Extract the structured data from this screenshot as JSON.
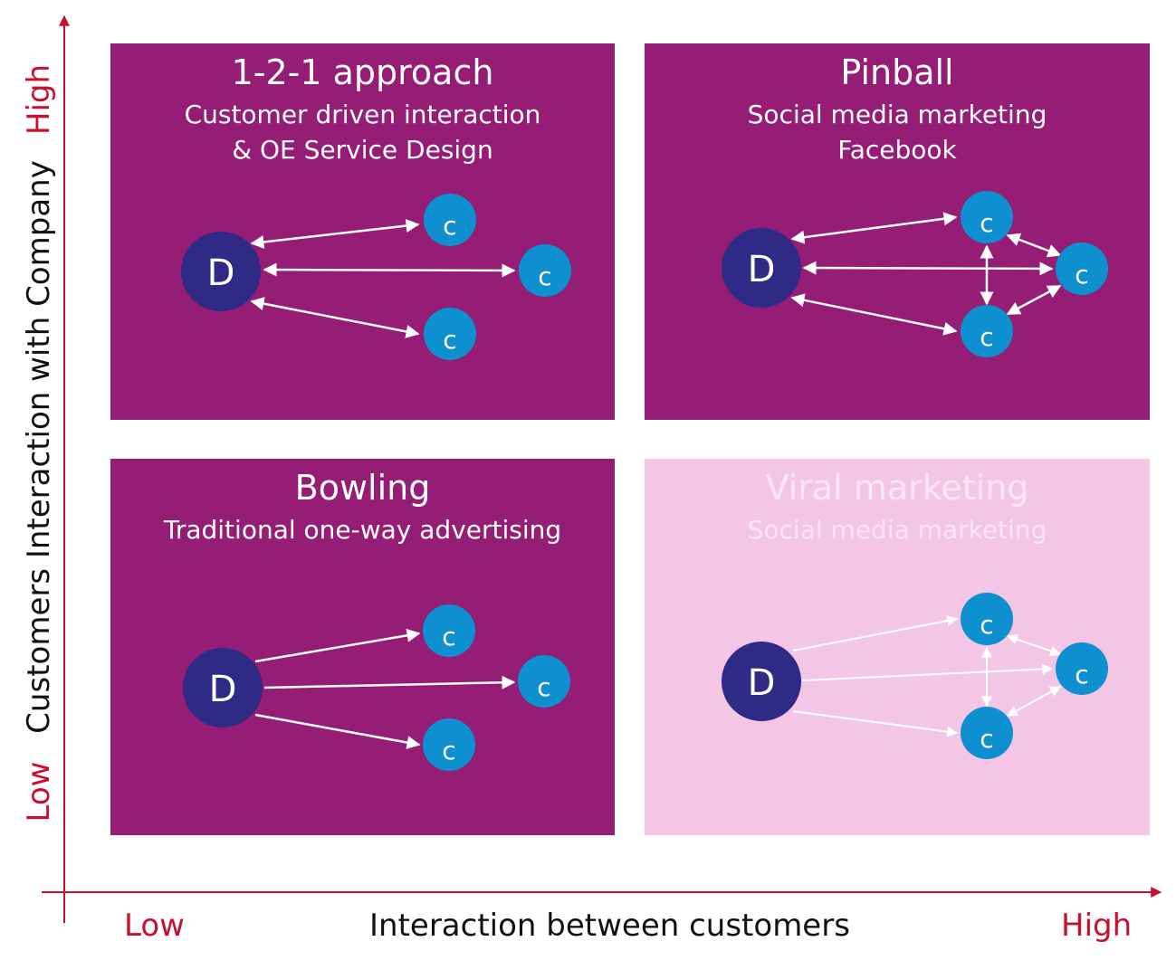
{
  "colors": {
    "quadrant": "#951d75",
    "quadrant_light": "#f4c6e6",
    "axis": "#c8102e",
    "dealer_node": "#2e2a86",
    "customer_node": "#0e8fd0",
    "arrow_dark_bg": "#ffffff",
    "label_red": "#c8102e",
    "label_black": "#111111"
  },
  "axes": {
    "y_title": "Customers Interaction with Company",
    "y_low": "Low",
    "y_high": "High",
    "x_title": "Interaction between customers",
    "x_low": "Low",
    "x_high": "High"
  },
  "quadrants": [
    {
      "id": "one-to-one",
      "title": "1-2-1 approach",
      "subtitle_lines": [
        "Customer driven interaction",
        "& OE Service Design"
      ],
      "style": "dark",
      "dealer_label": "D",
      "customer_label": "c"
    },
    {
      "id": "pinball",
      "title": "Pinball",
      "subtitle_lines": [
        "Social media marketing",
        "Facebook"
      ],
      "style": "dark",
      "dealer_label": "D",
      "customer_label": "c"
    },
    {
      "id": "bowling",
      "title": "Bowling",
      "subtitle_lines": [
        "Traditional one-way advertising"
      ],
      "style": "dark",
      "dealer_label": "D",
      "customer_label": "c"
    },
    {
      "id": "viral",
      "title": "Viral marketing",
      "subtitle_lines": [
        "Social media marketing"
      ],
      "style": "light",
      "dealer_label": "D",
      "customer_label": "c"
    }
  ]
}
